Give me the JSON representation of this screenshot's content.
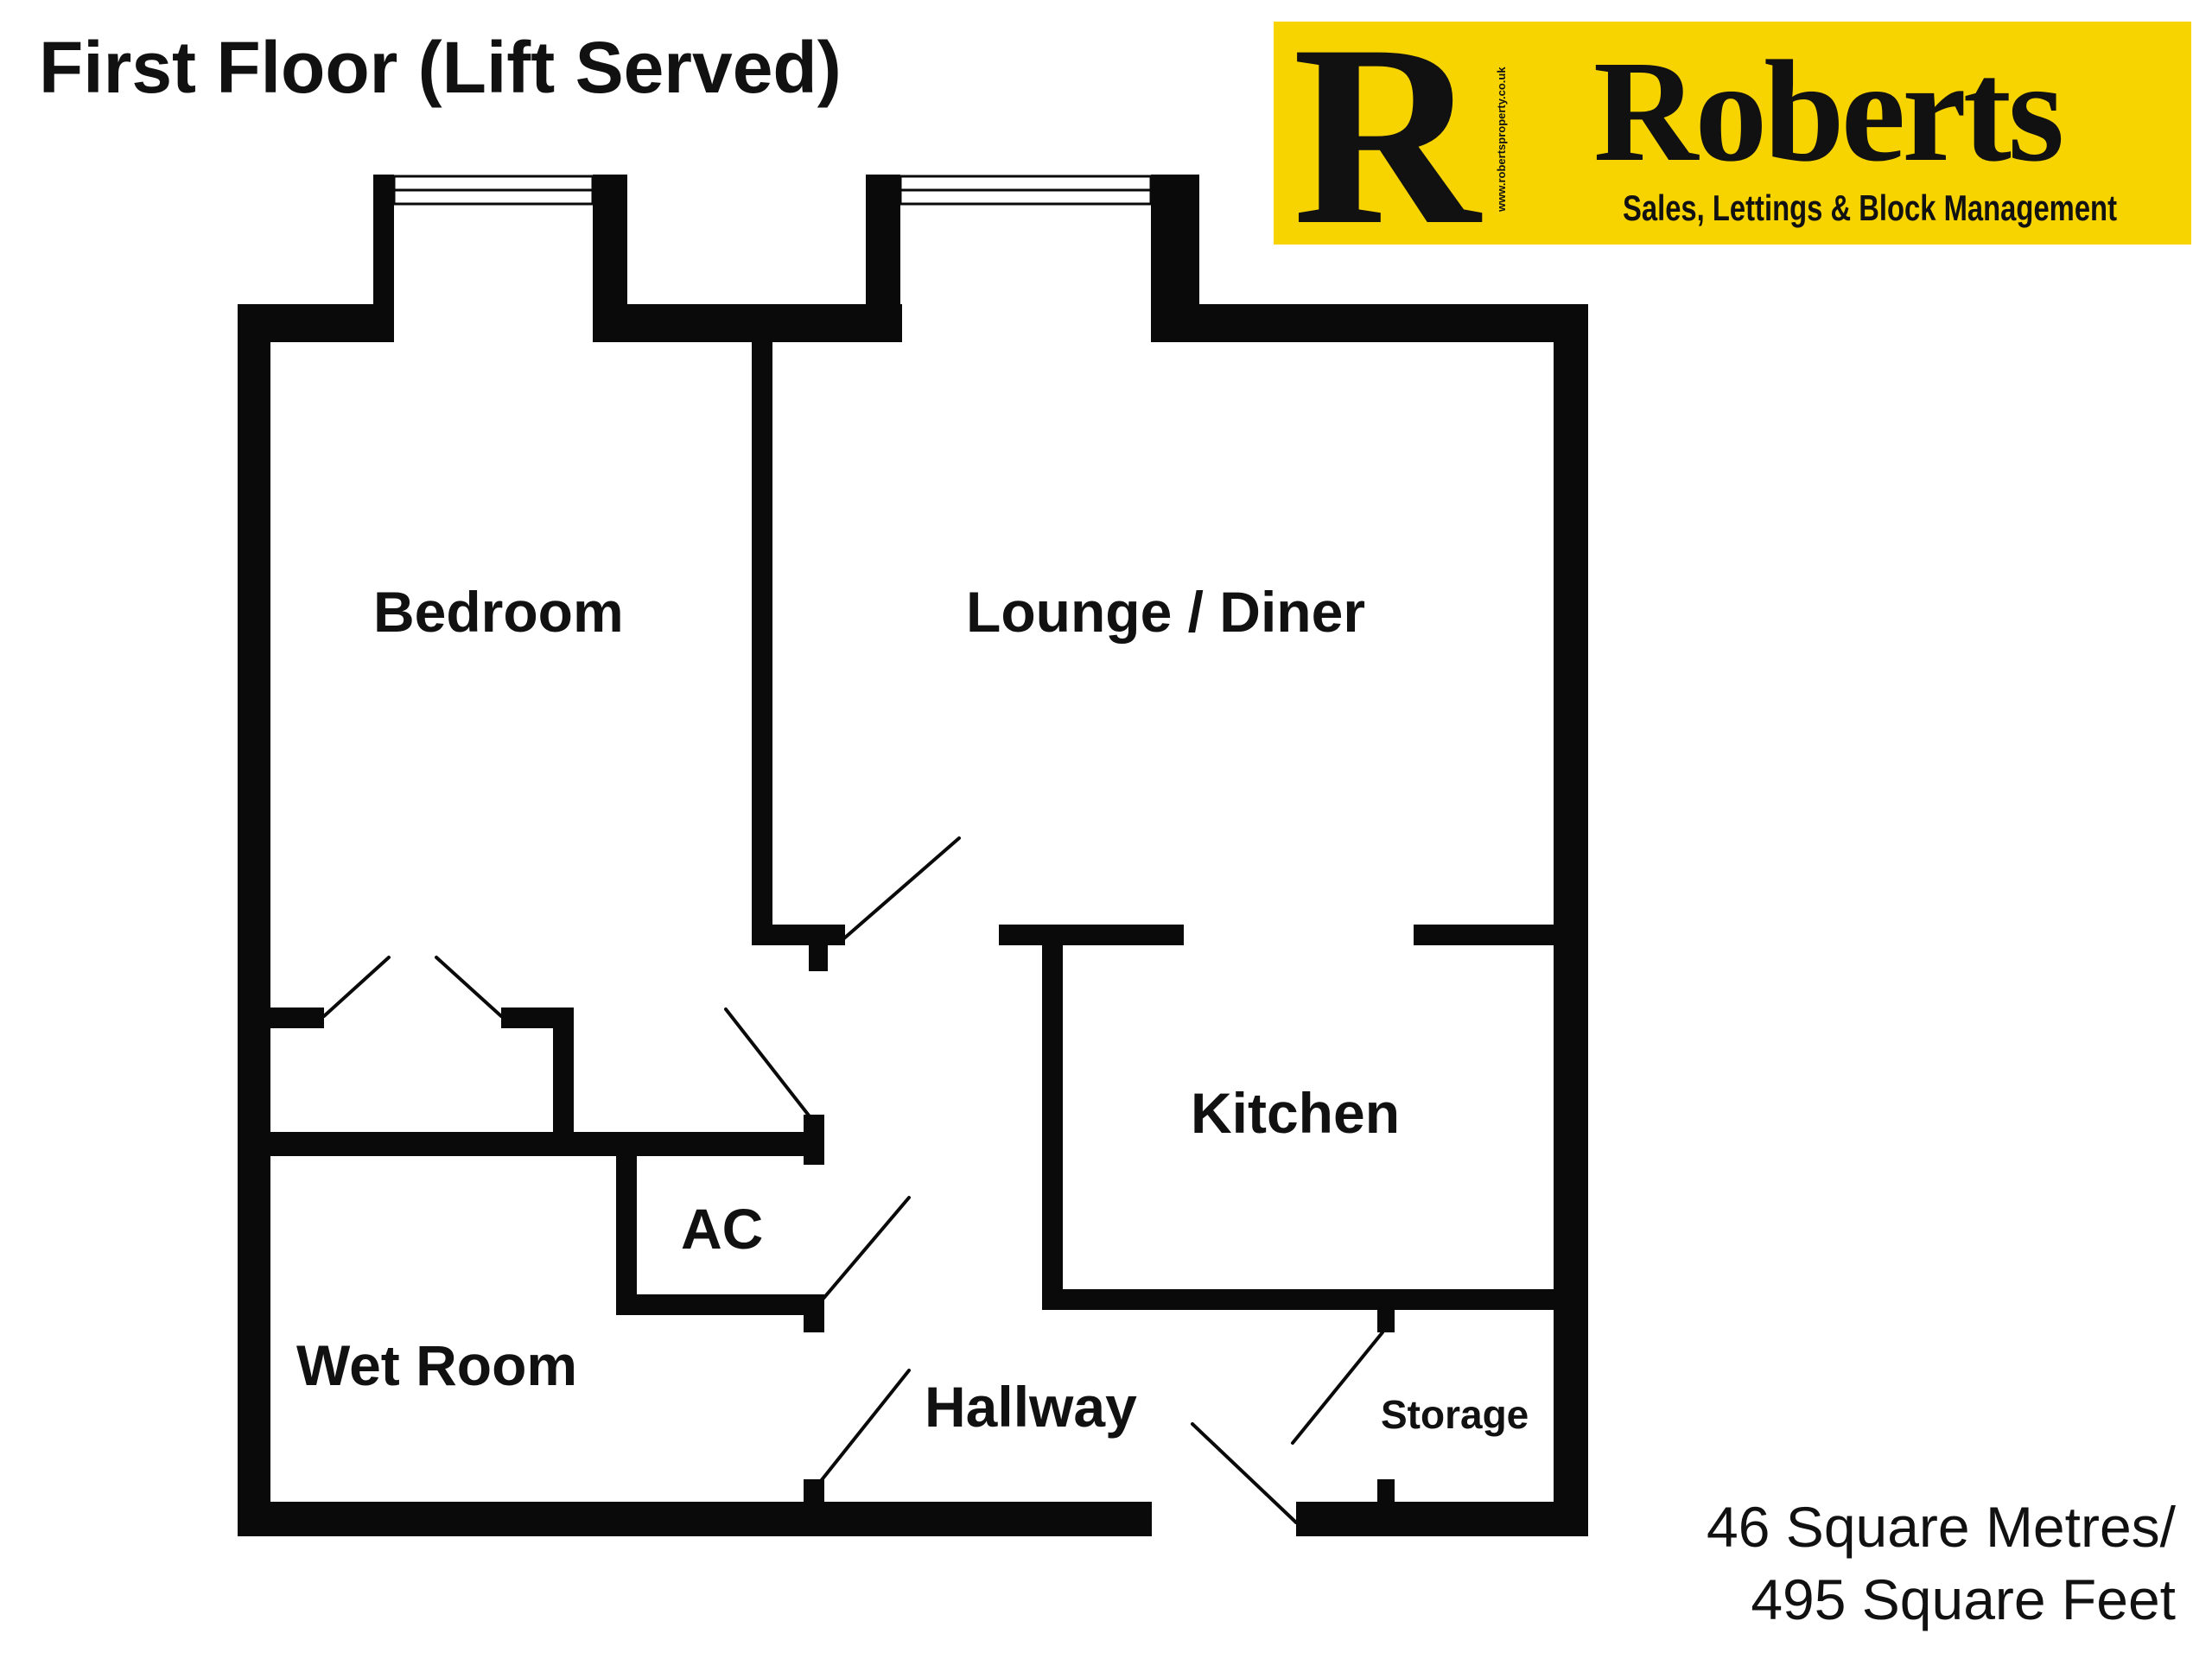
{
  "title": "First Floor (Lift Served)",
  "logo": {
    "letter": "R",
    "brand": "Roberts",
    "tagline": "Sales, Lettings & Block Management",
    "website": "www.robertsproperty.co.uk",
    "background_color": "#f7d300",
    "text_color": "#111111"
  },
  "rooms": {
    "bedroom": "Bedroom",
    "lounge_diner": "Lounge / Diner",
    "kitchen": "Kitchen",
    "ac": "AC",
    "wet_room": "Wet Room",
    "hallway": "Hallway",
    "storage": "Storage"
  },
  "area": {
    "metric": "46 Square Metres/",
    "imperial": "495 Square Feet"
  },
  "colors": {
    "wall": "#0a0a0a",
    "background": "#ffffff"
  }
}
